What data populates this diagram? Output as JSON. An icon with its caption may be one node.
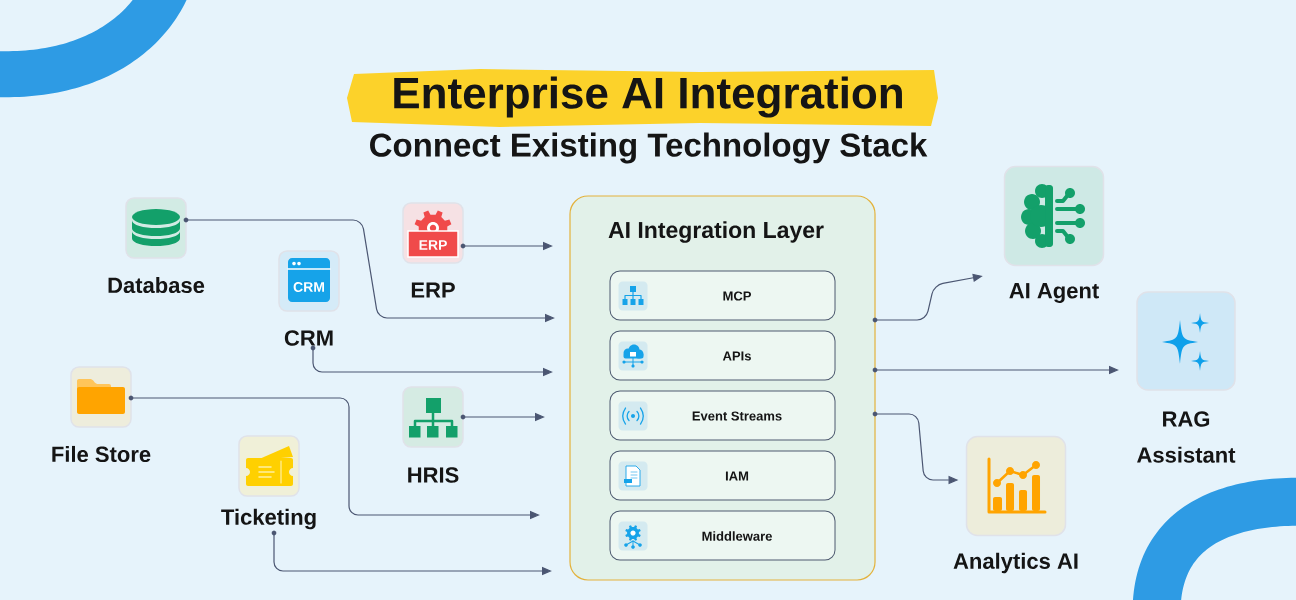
{
  "diagram": {
    "title": "Enterprise AI Integration",
    "nodes": [
      {
        "text": [
          "Database"
        ]
      },
      {
        "text": [
          "ERP"
        ]
      },
      {
        "text": [
          "CRM"
        ]
      },
      {
        "text": [
          "File Store"
        ]
      },
      {
        "text": [
          "HRIS"
        ]
      },
      {
        "text": [
          "Ticketing"
        ]
      },
      {
        "text": [
          "AI Integration Layer"
        ]
      },
      {
        "text": [
          "MCP"
        ],
        "in": 6
      },
      {
        "text": [
          "APIs"
        ],
        "in": 6
      },
      {
        "text": [
          "Event Streams"
        ],
        "in": 6
      },
      {
        "text": [
          "IAM"
        ],
        "in": 6
      },
      {
        "text": [
          "Middleware"
        ],
        "in": 6
      },
      {
        "text": [
          "AI Agent"
        ]
      },
      {
        "text": [
          "RAG Assistant"
        ]
      },
      {
        "text": [
          "Analytics AI"
        ]
      }
    ],
    "edges": [
      {
        "from": 0,
        "to": 6,
        "arrow": "to"
      },
      {
        "from": 1,
        "to": 6,
        "arrow": "to"
      },
      {
        "from": 2,
        "to": 6,
        "arrow": "to"
      },
      {
        "from": 3,
        "to": 6,
        "arrow": "to"
      },
      {
        "from": 4,
        "to": 6,
        "arrow": "to"
      },
      {
        "from": 5,
        "to": 6,
        "arrow": "to"
      },
      {
        "from": 6,
        "to": 12,
        "arrow": "to"
      },
      {
        "from": 6,
        "to": 13,
        "arrow": "to"
      },
      {
        "from": 6,
        "to": 14,
        "arrow": "to"
      }
    ],
    "labels": [
      "Connect Existing Technology Stack",
      "ERP",
      "CRM"
    ]
  }
}
